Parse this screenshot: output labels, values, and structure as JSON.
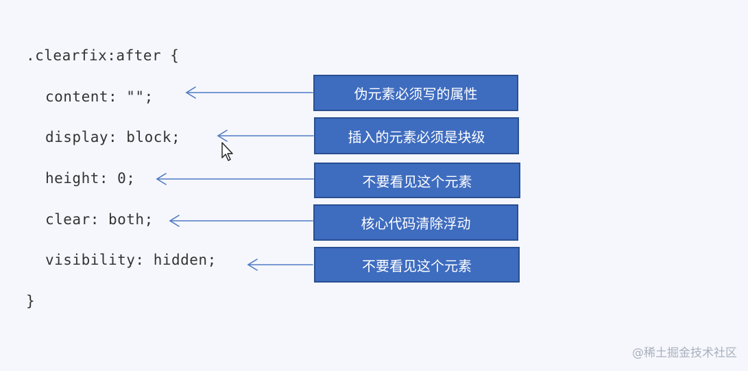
{
  "code": {
    "selector_line": ".clearfix:after {",
    "lines": [
      "content: \"\";",
      "display: block;",
      "height: 0;",
      "clear: both;",
      "visibility: hidden;"
    ],
    "closing": "}"
  },
  "annotations": [
    "伪元素必须写的属性",
    "插入的元素必须是块级",
    "不要看见这个元素",
    "核心代码清除浮动",
    "不要看见这个元素"
  ],
  "watermark": "@稀土掘金技术社区",
  "colors": {
    "box_fill": "#3e6cbf",
    "box_border": "#2a4f91",
    "arrow": "#4f79c4",
    "background": "#f5f7fc"
  },
  "icons": {
    "cursor": "mouse-pointer-icon"
  }
}
